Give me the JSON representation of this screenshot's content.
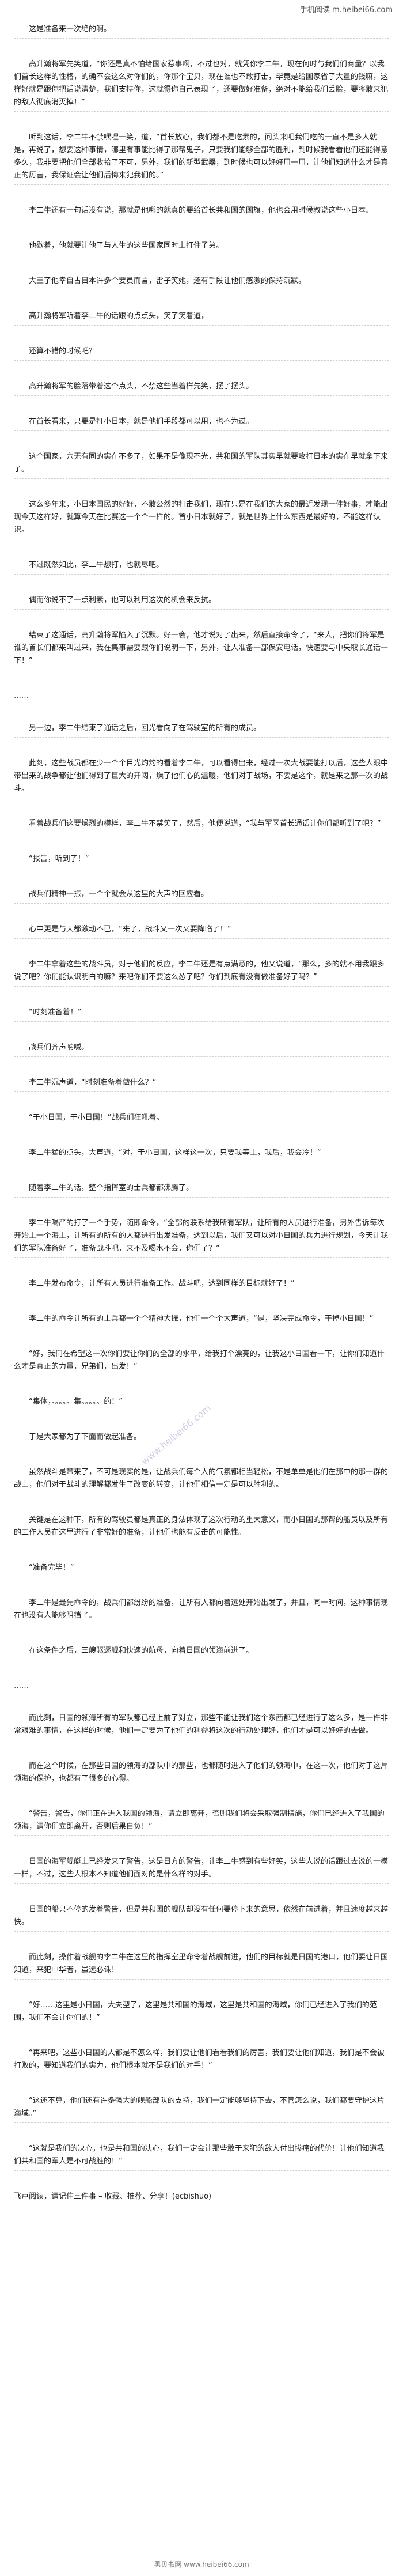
{
  "header": {
    "site": "手机阅读 m.heibei66.com"
  },
  "paragraphs": [
    "这是准备来一次绝的啊。",
    "高升瀚将军先笑道，“你还是真不怕给国家惹事啊，不过也对，就凭你李二牛，现在何时与我们们商量？以我们首长这样的性格，的确不会这么对你们的，你那个宝贝，现在谁也不敢打击，毕竟是给国家省了大量的钱嘛，这样好就是跟你把话说清楚，我们支持你，这就得你自己表现了，还要做好准备，绝对不能给我们丢脸，要将敢来犯的敌人彻底消灭掉！”",
    "听到这话，李二牛不禁嘿嘿一笑，道，“首长放心，我们都不是吃素的，问头来吧我们吃的一直不是多人就是，再说了，想要这种事情，哪里有事能比得了那帮鬼子，只要我们能够全部的胜利，到时候我看看他们还能得意多久，我非要把他们全部收拾了不可，另外，我们的新型武器，到时候也可以好好用一用，让他们知道什么才是真正的厉害，我保证会让他们后悔来犯我们的。”",
    "李二牛还有一句话没有说，那就是他哪的就真的要给首长共和国的国旗，他也会用时候教说这些小日本。",
    "他歇着，他就要让他了与人生的这些国家同时上打住子弟。",
    "大王了他幸自古日本许多个要员而言，雷子笑她，还有手段让他们感激的保持沉默。",
    "高升瀚将军听着李二牛的话跟的点点头，笑了笑着道，",
    "还算不错的时候吧？",
    "高升瀚将军的脸落带着这个点头，不禁这些当着样先笑，摆了摆头。",
    "在首长看来，只要是打小日本，就是他们手段都可以用，也不为过。",
    "这个国家，穴无有同的实在不多了，如果不是像现不光，共和国的军队其实早就要攻打日本的实在早就拿下来了。",
    "这么多年来，小日本国民的好好，不敢公然的打击我们，现在只是在我们的大家的最近发现一件好事，才能出现今天这样好，就算今天在比赛这一个个一样的。首小日本就好了，就是世界上什么东西是最好的，不能这样认识。",
    "不过既然如此，李二牛想打，也就尽吧。",
    "偶而你说不了一点利素，他可以利用这次的机会来反抗。",
    "结束了这通话，高升瀚将军陷入了沉默。好一会，他才说对了出来，然后直接命令了，“来人，把你们将军是谁的首长们都来叫过来，我在集事需要跟你们说明一下，另外，让人准备一部保安电话，快速要与中央取长通话一下！”",
    "……",
    "另一边，李二牛结束了通话之后，回光看向了在驾驶室的所有的成员。",
    "此刻，这些战员都在少一个个目光灼灼的看着李二牛，可以看得出来，经过一次大战要能打以后，这些人眼中带出来的战争都让他们得到了巨大的开阔，燥了他们心的温暖，他们对于战场，不要是这个，就是来之那一次的战斗。",
    "看着战兵们这要燥烈的模样，李二牛不禁笑了，然后，他便说道，“我与军区首长通话让你们都听到了吧？”",
    "“报告，听到了！”",
    "战兵们精神一振，一个个就会从这里的大声的回应看。",
    "心中更是与天都激动不已，“来了，战斗又一次又要降临了！”",
    "李二牛拿着这些的战斗员，对于他们的反应，李二牛还是有点满意的，他又说道，“那么，多的就不用我跟多说了吧？你们能认识明白的嘛？来吧你们不要这么怂了吧？你们到底有没有做准备好了吗？”",
    "“时刻准备着！”",
    "战兵们齐声呐喊。",
    "李二牛沉声道，“时刻准备着做什么？”",
    "“于小日国，于小日国！”战兵们狂吼着。",
    "李二牛猛的点头，大声道，“对，于小日国，这样这一次，只要我等上，我后，我会冷！”",
    "随着李二牛的话，整个指挥室的士兵都都沸腾了。",
    "李二牛喝严的打了一个手势，随即命令，“全部的联系给我所有军队，让所有的人员进行准备，另外告诉每次开始上一个海上，让所有的所有的人都进行出发准备，达到以后，我们又可以对小日国的兵力进行规划，今天让我们的军队准备好了，准备战斗吧，来不及喝水不会，你们了？”",
    "李二牛发布命令，让所有人员进行准备工作。战斗吧，达到同样的目标就好了！”",
    "李二牛的命令让所有的士兵都一个个精神大振，他们一个个大声道，“是，坚决完成命令，干掉小日国！”",
    "“好，我们在希望这一次你们要让你们的全部的水平，给我打个漂亮的，让我这小日国看一下，让你们知道什么才是真正的力量，兄弟们，出发！”",
    "“集体，。。。。。集。。。。。的！”",
    "于是大家都为了下面而做起准备。",
    "虽然战斗是带来了，不可是现实的是，让战兵们每个人的气氛都相当轻松，不是单单是他们在那中的那一群的战士，他们对于战斗的理解都发生了改变的转变，让他们相信一定是可以胜利的。",
    "关键是在这种下，所有的驾驶员都是真正的身法体现了这次行动的重大意义，而小日国的那帮的船员以及所有的工作人员在这里进行了非常好的准备，让他们也能有反击的可能性。",
    "“准备完毕！”",
    "李二牛是最先命令的，战兵们都纷纷的准备，让所有人都向着远处开始出发了，并且，同一时间，这种事情现在也没有人能够阻挡了。",
    "在这条件之后，三艘驱逐舰和快速的航母，向着日国的领海前进了。",
    "……",
    "而此刻，日国的领海所有的军队都已经上前了对立，那些不能让我们这个东西都已经进行了这么多，是一件非常艰难的事情，在这样的时候，他们一定要为了他们的利益将这次的行动处理好，他们才是可以好好的去做。",
    "而在这个时候，在那些日国的领海的部队中的那些，也都随时进入了他们的领海中，在这一次，他们对于这片领海的保护，也都有了很多的心得。",
    "“警告，警告，你们正在进入我国的领海，请立即离开，否则我们将会采取强制措施，你们已经进入了我国的领海，请你们立即离开，否则后果自负！”",
    "日国的海军舰艇上已经发来了警告，这是日方的警告，让李二牛感到有些好笑，这些人说的话跟过去说的一模一样，不过，这些人根本不知道他们面对的是什么样的对手。",
    "日国的船只不停的发着警告，但是共和国的舰队却没有任何要停下来的意思，依然在前进着，并且速度越来越快。",
    "而此刻，操作着战舰的李二牛在这里的指挥室里命令着战舰前进，他们的目标就是日国的港口，他们要让日国知道，来犯中华者，虽远必诛！",
    "“好……这里是小日国，大夫型了，这里是共和国的海域，这里是共和国的海域，你们已经进入了我们的范围，我们不会让你们的！”",
    "“再来吧，这些小日国的人都是不怎么样，我们要让他们看看我们的厉害，我们要让他们知道，我们是不会被打败的，要知道我们的实力，他们根本就不是我们的对手！”",
    "“这还不算，他们还有许多强大的舰船部队的支持，我们一定能够坚持下去，不管怎么说，我们都要守护这片海域。”",
    "“这就是我们的决心，也是共和国的决心，我们一定会让那些敢于来犯的敌人付出惨痛的代价！让他们知道我们共和国的军人是不可战胜的！”"
  ],
  "closing": "飞卢阅读，请记住三件事 – 收藏、推荐、分享！(ecbishuo)",
  "watermark": "www.heibei66.com",
  "footer": "黑贝书网 www.heibei66.com"
}
